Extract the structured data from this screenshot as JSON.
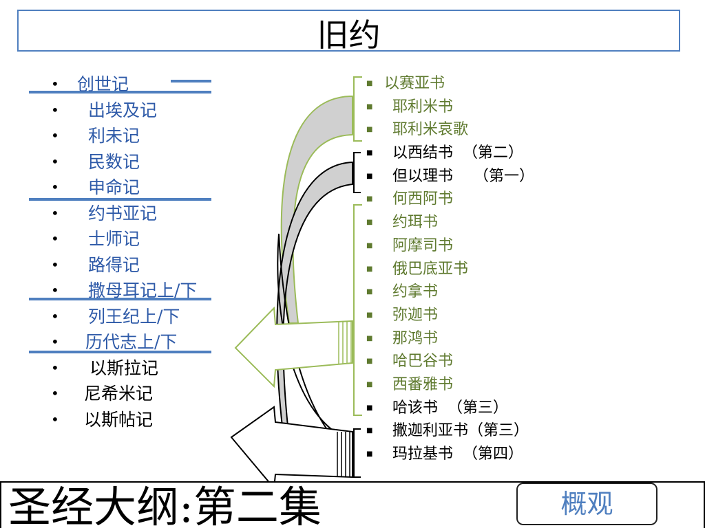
{
  "title": "旧约",
  "colors": {
    "blue": "#2e5aa8",
    "green": "#5f7a2f",
    "black": "#000000",
    "accent_line": "#4f7fbf",
    "bracket_green": "#9bbb59"
  },
  "left_books": [
    {
      "label": "创世记",
      "color": "#2e5aa8"
    },
    {
      "label": "出埃及记",
      "color": "#2e5aa8"
    },
    {
      "label": "利未记",
      "color": "#2e5aa8"
    },
    {
      "label": "民数记",
      "color": "#2e5aa8"
    },
    {
      "label": "申命记",
      "color": "#2e5aa8"
    },
    {
      "label": "约书亚记",
      "color": "#2e5aa8"
    },
    {
      "label": "士师记",
      "color": "#2e5aa8"
    },
    {
      "label": "路得记",
      "color": "#2e5aa8"
    },
    {
      "label": "撒母耳记上/下",
      "color": "#2e5aa8"
    },
    {
      "label": "列王纪上/下",
      "color": "#2e5aa8"
    },
    {
      "label": "历代志上/下",
      "color": "#2e5aa8"
    },
    {
      "label": "以斯拉记",
      "color": "#000000"
    },
    {
      "label": "尼希米记",
      "color": "#000000"
    },
    {
      "label": "以斯帖记",
      "color": "#000000"
    }
  ],
  "right_books": [
    {
      "label": "以赛亚书",
      "note": "",
      "color": "#5f7a2f"
    },
    {
      "label": "耶利米书",
      "note": "",
      "color": "#5f7a2f"
    },
    {
      "label": "耶利米哀歌",
      "note": "",
      "color": "#5f7a2f"
    },
    {
      "label": "以西结书",
      "note": "（第二）",
      "color": "#000000"
    },
    {
      "label": "但以理书",
      "note": "（第一）",
      "color": "#000000"
    },
    {
      "label": "何西阿书",
      "note": "",
      "color": "#5f7a2f"
    },
    {
      "label": "约珥书",
      "note": "",
      "color": "#5f7a2f"
    },
    {
      "label": "阿摩司书",
      "note": "",
      "color": "#5f7a2f"
    },
    {
      "label": "俄巴底亚书",
      "note": "",
      "color": "#5f7a2f"
    },
    {
      "label": "约拿书",
      "note": "",
      "color": "#5f7a2f"
    },
    {
      "label": "弥迦书",
      "note": "",
      "color": "#5f7a2f"
    },
    {
      "label": "那鸿书",
      "note": "",
      "color": "#5f7a2f"
    },
    {
      "label": "哈巴谷书",
      "note": "",
      "color": "#5f7a2f"
    },
    {
      "label": "西番雅书",
      "note": "",
      "color": "#5f7a2f"
    },
    {
      "label": "哈该书",
      "note": "（第三）",
      "color": "#000000"
    },
    {
      "label": "撒迦利亚书",
      "note": "（第三）",
      "color": "#000000"
    },
    {
      "label": "玛拉基书",
      "note": "（第四）",
      "color": "#000000"
    }
  ],
  "footer": {
    "title": "圣经大纲:第二集",
    "overview_button": "概观"
  }
}
